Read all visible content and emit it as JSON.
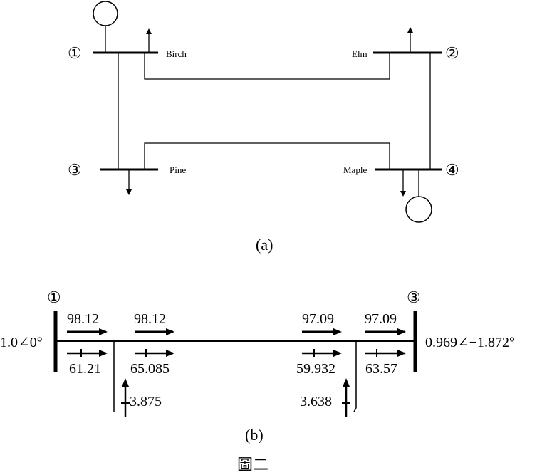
{
  "part_a": {
    "bus_numbers": [
      "①",
      "②",
      "③",
      "④"
    ],
    "bus_names": [
      "Birch",
      "Elm",
      "Pine",
      "Maple"
    ],
    "caption": "(a)"
  },
  "part_b": {
    "bus_left_number": "①",
    "bus_right_number": "③",
    "voltage_left": "1.0∠0°",
    "voltage_right": "0.969∠−1.872°",
    "flows": {
      "p_left_send": "98.12",
      "p_left_recv": "98.12",
      "p_right_send": "97.09",
      "p_right_recv": "97.09",
      "q_left_send": "61.21",
      "q_left_recv": "65.085",
      "q_right_send": "59.932",
      "q_right_recv": "63.57",
      "q_shunt_left": "3.875",
      "q_shunt_right": "3.638"
    },
    "caption": "(b)"
  },
  "figure_caption": "圖二"
}
